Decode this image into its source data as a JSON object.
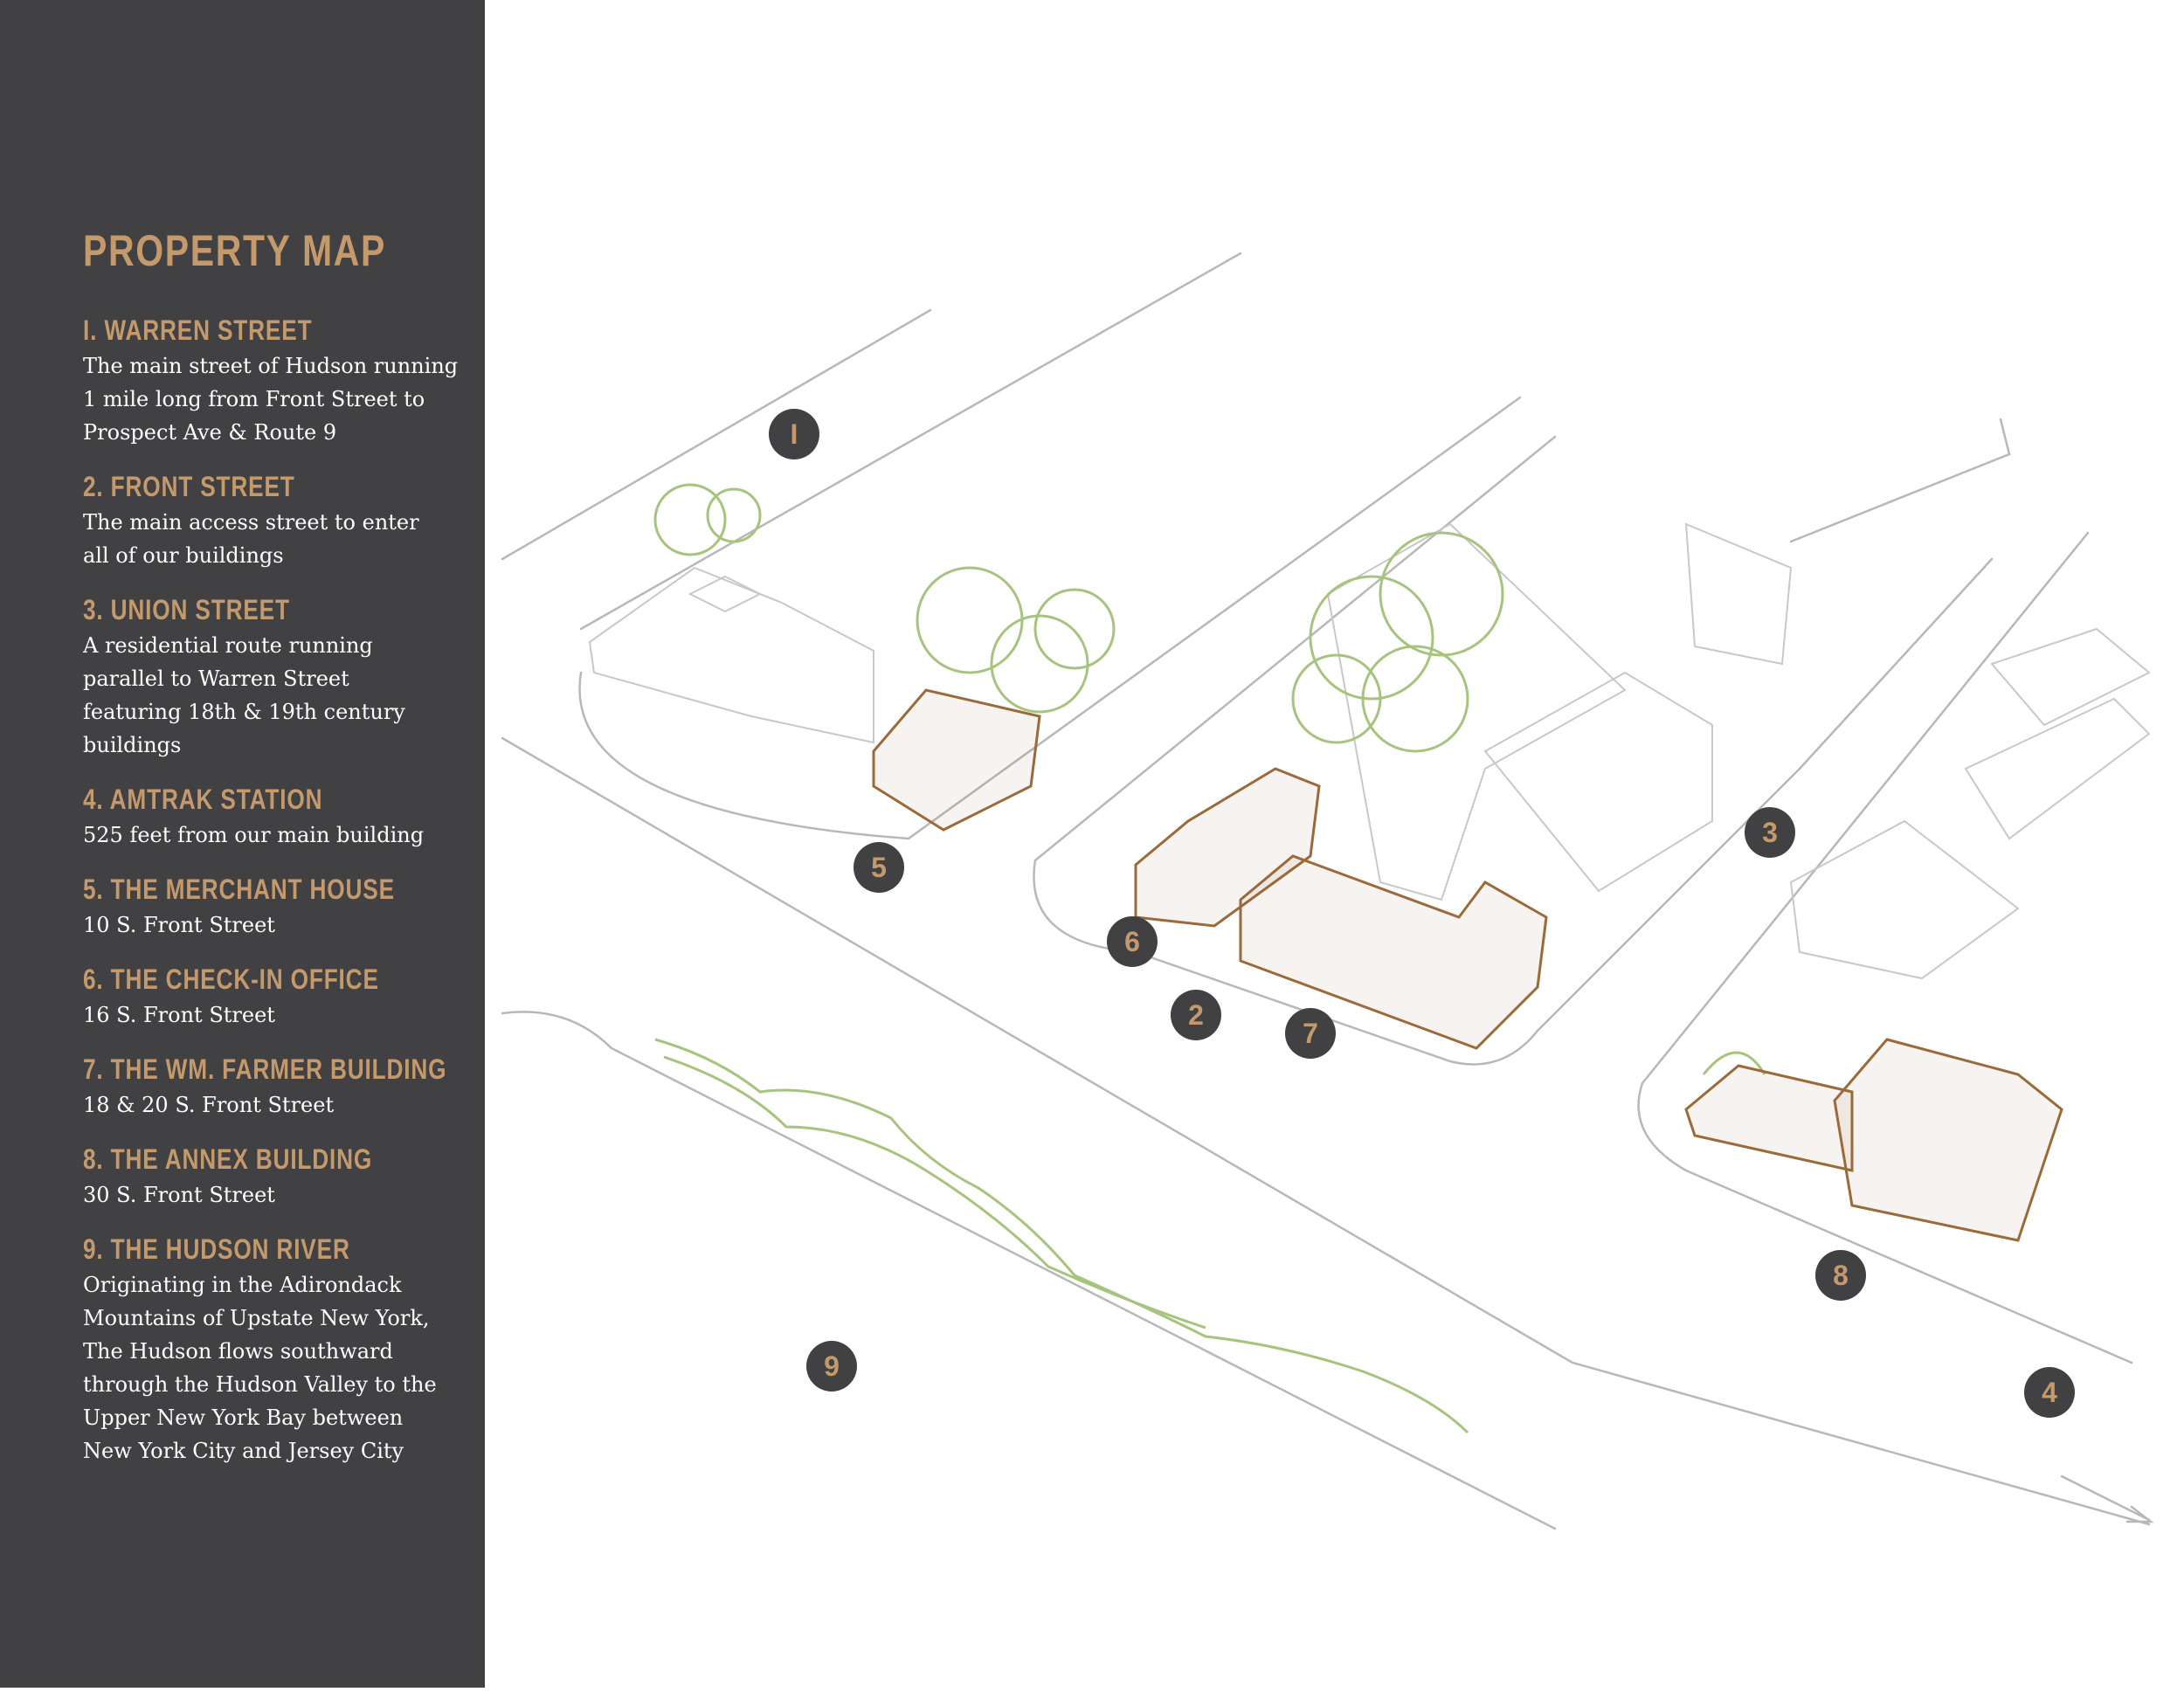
{
  "title": "PROPERTY MAP",
  "entries": [
    {
      "heading": "I. WARREN STREET",
      "body": "The main street of Hudson running\n1 mile long from Front Street to\nProspect Ave & Route 9"
    },
    {
      "heading": "2. FRONT STREET",
      "body": "The main access street to enter\nall of our buildings"
    },
    {
      "heading": "3. UNION STREET",
      "body": "A residential route running\nparallel to Warren Street\nfeaturing 18th & 19th century\nbuildings"
    },
    {
      "heading": "4. AMTRAK STATION",
      "body": "525 feet from our main building"
    },
    {
      "heading": "5. THE MERCHANT HOUSE",
      "body": "10 S. Front Street"
    },
    {
      "heading": "6. THE CHECK-IN OFFICE",
      "body": "16 S. Front Street"
    },
    {
      "heading": "7. THE WM. FARMER BUILDING",
      "body": "18 & 20 S. Front Street"
    },
    {
      "heading": "8. THE ANNEX BUILDING",
      "body": "30 S. Front Street"
    },
    {
      "heading": "9. THE HUDSON RIVER",
      "body": "Originating in the Adirondack\nMountains of Upstate New York,\nThe Hudson flows southward\nthrough the Hudson Valley to the\nUpper New York Bay between\nNew York City and Jersey City"
    }
  ],
  "markers": [
    "I",
    "2",
    "3",
    "4",
    "5",
    "6",
    "7",
    "8",
    "9"
  ],
  "colors": {
    "sidebar": "#414042",
    "accent": "#c49a6c",
    "building": "#9a6a3a",
    "foliage": "#a6c47e",
    "street": "#b8b8b8"
  }
}
